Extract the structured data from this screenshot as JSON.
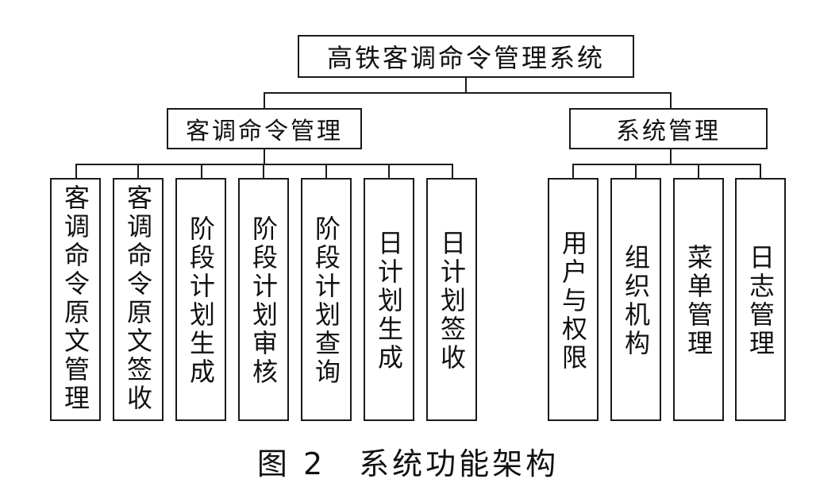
{
  "root": {
    "label": "高铁客调命令管理系统"
  },
  "groups": [
    {
      "label": "客调命令管理",
      "children": [
        "客调命令原文管理",
        "客调命令原文签收",
        "阶段计划生成",
        "阶段计划审核",
        "阶段计划查询",
        "日计划生成",
        "日计划签收"
      ]
    },
    {
      "label": "系统管理",
      "children": [
        "用户与权限",
        "组织机构",
        "菜单管理",
        "日志管理"
      ]
    }
  ],
  "caption": "图 2　系统功能架构"
}
